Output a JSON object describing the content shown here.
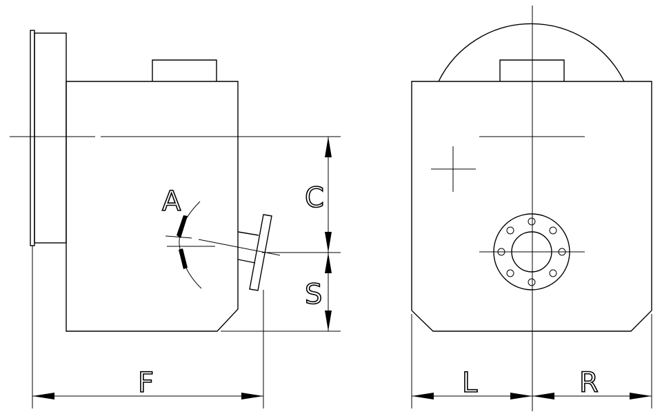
{
  "labels": {
    "angle": "A",
    "center_height": "C",
    "spout_height": "S",
    "front_width": "F",
    "left_width": "L",
    "right_width": "R"
  },
  "colors": {
    "line": "#000000",
    "background": "#ffffff"
  }
}
